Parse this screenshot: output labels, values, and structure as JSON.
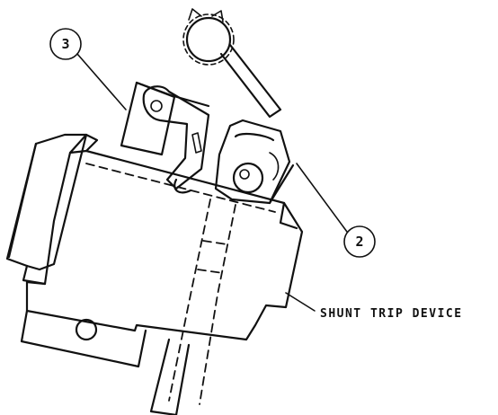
{
  "callouts": [
    {
      "number": "3"
    },
    {
      "number": "2"
    }
  ],
  "labels": {
    "shunt_trip": "SHUNT TRIP DEVICE"
  }
}
